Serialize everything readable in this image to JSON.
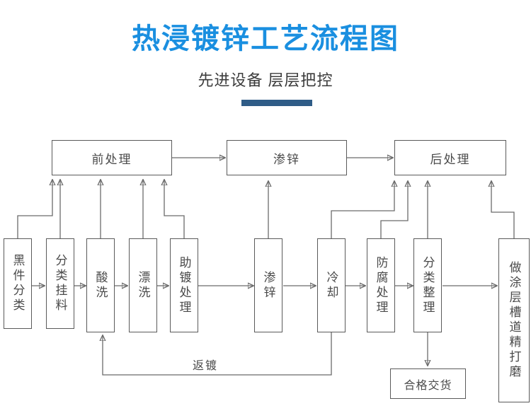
{
  "header": {
    "title": "热浸镀锌工艺流程图",
    "subtitle": "先进设备 层层把控",
    "title_color": "#1a8fe0",
    "subtitle_color": "#3d3d3d",
    "rule_color": "#2f5c87"
  },
  "diagram": {
    "stroke_color": "#6b6b6b",
    "node_text_color": "#4a4a4a",
    "stages": [
      {
        "id": "pretreatment",
        "label": "前处理"
      },
      {
        "id": "galvanizing",
        "label": "渗锌"
      },
      {
        "id": "posttreatment",
        "label": "后处理"
      }
    ],
    "steps": [
      {
        "id": "step-1",
        "label": "黑件分类"
      },
      {
        "id": "step-2",
        "label": "分类挂料"
      },
      {
        "id": "step-3",
        "label": "酸洗"
      },
      {
        "id": "step-4",
        "label": "漂洗"
      },
      {
        "id": "step-5",
        "label": "助镀处理"
      },
      {
        "id": "step-6",
        "label": "渗锌"
      },
      {
        "id": "step-7",
        "label": "冷却"
      },
      {
        "id": "step-8",
        "label": "防腐处理"
      },
      {
        "id": "step-9",
        "label": "分类整理"
      },
      {
        "id": "step-10",
        "label": "做涂层槽道精打磨"
      }
    ],
    "delivery": {
      "id": "delivery",
      "label": "合格交货"
    },
    "rework": {
      "id": "rework",
      "label": "返镀"
    }
  }
}
